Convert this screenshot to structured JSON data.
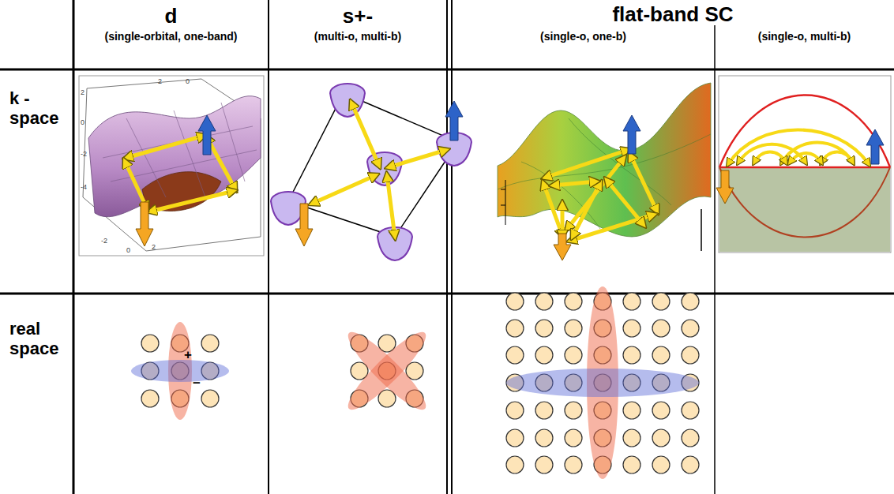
{
  "diagram": {
    "labels": [
      "d",
      "(single-orbital, one-band)",
      "s+-",
      "(multi-o, multi-b)",
      "flat-band SC",
      "(single-o, one-b)",
      "(single-o, multi-b)",
      "k - space",
      "real space",
      "+",
      "−",
      "2",
      "0",
      "-2",
      "-4",
      "-2",
      "0",
      "2",
      "2",
      "0"
    ]
  }
}
